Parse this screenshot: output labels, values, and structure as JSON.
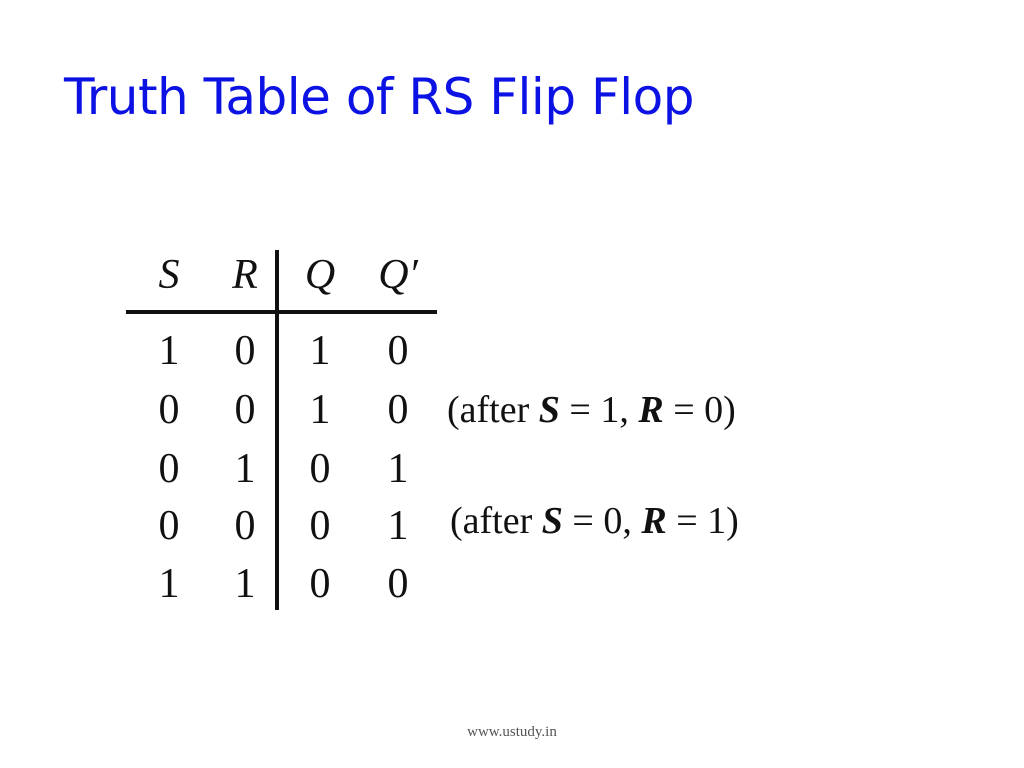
{
  "slide": {
    "title": "Truth Table of RS Flip Flop",
    "footer": "www.ustudy.in",
    "title_color": "#0b12e3"
  },
  "truth_table": {
    "headers": [
      "S",
      "R",
      "Q",
      "Q′"
    ],
    "rows": [
      [
        "1",
        "0",
        "1",
        "0"
      ],
      [
        "0",
        "0",
        "1",
        "0"
      ],
      [
        "0",
        "1",
        "0",
        "1"
      ],
      [
        "0",
        "0",
        "0",
        "1"
      ],
      [
        "1",
        "1",
        "0",
        "0"
      ]
    ],
    "notes": [
      {
        "row": 2,
        "open": "(after ",
        "var1": "S",
        "eq1": " = 1, ",
        "var2": "R",
        "eq2": " = 0)"
      },
      {
        "row": 4,
        "open": "(after ",
        "var1": "S",
        "eq1": " = 0, ",
        "var2": "R",
        "eq2": " = 1)"
      }
    ]
  }
}
